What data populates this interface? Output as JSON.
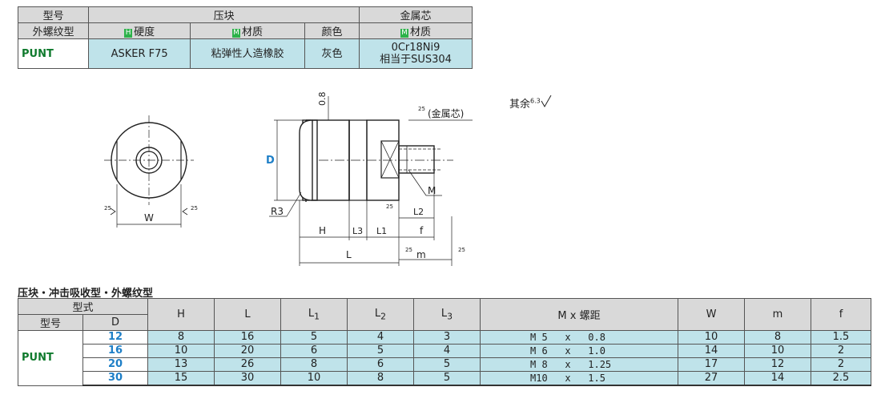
{
  "spec_table": {
    "headers": {
      "model": "型号",
      "pad": "压块",
      "core": "金属芯"
    },
    "subheaders": {
      "thread": "外螺纹型",
      "hardness_tag": "H",
      "hardness": "硬度",
      "material_tag": "M",
      "material": "材质",
      "color": "颜色",
      "core_tag": "M",
      "core_material": "材质"
    },
    "row": {
      "model": "PUNT",
      "hardness": "ASKER F75",
      "material": "粘弹性人造橡胶",
      "color": "灰色",
      "core_line1": "0Cr18Ni9",
      "core_line2": "相当于SUS304"
    }
  },
  "drawing_labels": {
    "dim_08": "0.8",
    "roughness_core": "(金属芯)",
    "d": "D",
    "m": "M",
    "r3": "R3",
    "w": "W",
    "h": "H",
    "l3": "L3",
    "l1": "L1",
    "l2": "L2",
    "f": "f",
    "l": "L",
    "mm": "m",
    "rough_val": "25",
    "rough_other_val": "6.3"
  },
  "roughness_note": "其余",
  "caption": "压块・冲击吸收型・外螺纹型",
  "dims_table": {
    "headers": {
      "type": "型式",
      "model": "型号",
      "d": "D",
      "h": "H",
      "l": "L",
      "l1": "L",
      "l1_sub": "1",
      "l2": "L",
      "l2_sub": "2",
      "l3": "L",
      "l3_sub": "3",
      "mx": "M x 螺距",
      "w": "W",
      "m": "m",
      "f": "f"
    },
    "model": "PUNT",
    "rows": [
      {
        "d": "12",
        "h": "8",
        "l": "16",
        "l1": "5",
        "l2": "4",
        "l3": "3",
        "mx": "M 5   x   0.8",
        "w": "10",
        "m": "8",
        "f": "1.5"
      },
      {
        "d": "16",
        "h": "10",
        "l": "20",
        "l1": "6",
        "l2": "5",
        "l3": "4",
        "mx": "M 6   x   1.0",
        "w": "14",
        "m": "10",
        "f": "2"
      },
      {
        "d": "20",
        "h": "13",
        "l": "26",
        "l1": "8",
        "l2": "6",
        "l3": "5",
        "mx": "M 8   x   1.25",
        "w": "17",
        "m": "12",
        "f": "2"
      },
      {
        "d": "30",
        "h": "15",
        "l": "30",
        "l1": "10",
        "l2": "8",
        "l3": "5",
        "mx": "M10   x   1.5",
        "w": "27",
        "m": "14",
        "f": "2.5"
      }
    ]
  }
}
